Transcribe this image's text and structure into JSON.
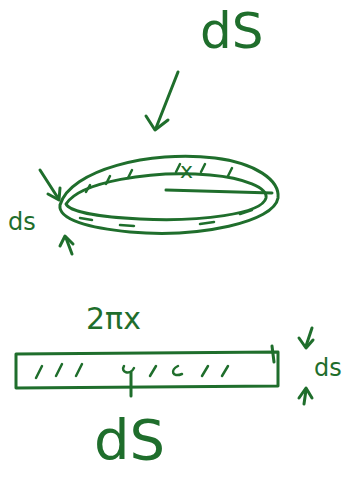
{
  "diagram": {
    "labels": [
      "dS",
      "ds",
      "x",
      "2πx",
      "ds",
      "dS"
    ]
  }
}
